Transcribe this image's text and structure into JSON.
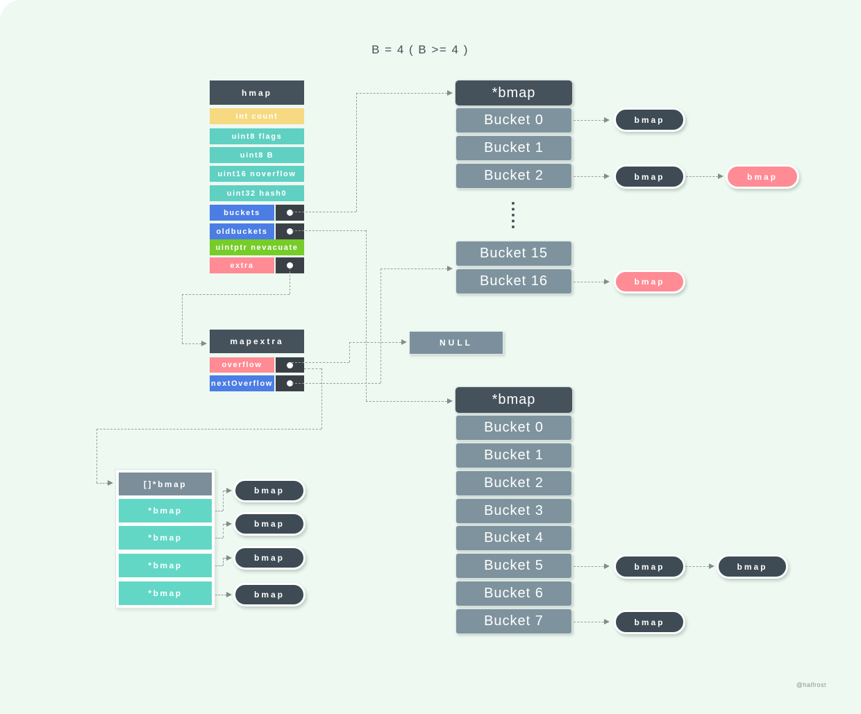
{
  "title": "B = 4 ( B >= 4 )",
  "watermark": "@halfrost",
  "colors": {
    "background": "#edf9f1",
    "struct_header": "#45525c",
    "pointer_cell": "#3a4146",
    "teal": "#5fd0c2",
    "yellow": "#f7d981",
    "blue": "#4b7de4",
    "green": "#76cc29",
    "pink": "#ff8b94",
    "bucket_gray": "#7e939d",
    "null_gray": "#7b909c",
    "dash_line": "#95a09c"
  },
  "hmap_struct": {
    "header": "hmap",
    "fields": [
      {
        "label": "int count"
      },
      {
        "label": "uint8 flags"
      },
      {
        "label": "uint8 B"
      },
      {
        "label": "uint16 noverflow"
      },
      {
        "label": "uint32 hash0"
      },
      {
        "label": "buckets"
      },
      {
        "label": "oldbuckets"
      },
      {
        "label": "uintptr nevacuate"
      },
      {
        "label": "extra"
      }
    ]
  },
  "mapextra_struct": {
    "header": "mapextra",
    "fields": [
      {
        "label": "overflow"
      },
      {
        "label": "nextOverflow"
      }
    ]
  },
  "new_bucket_array": {
    "header": "*bmap",
    "buckets": [
      "Bucket 0",
      "Bucket 1",
      "Bucket 2"
    ],
    "buckets_after_gap": [
      "Bucket 15",
      "Bucket 16"
    ]
  },
  "old_bucket_array": {
    "header": "*bmap",
    "buckets": [
      "Bucket 0",
      "Bucket 1",
      "Bucket 2",
      "Bucket 3",
      "Bucket 4",
      "Bucket 5",
      "Bucket 6",
      "Bucket 7"
    ]
  },
  "overflow_slice": {
    "header": "[]*bmap",
    "items": [
      "*bmap",
      "*bmap",
      "*bmap",
      "*bmap"
    ]
  },
  "null_box": {
    "label": "NULL"
  },
  "bmap_nodes": {
    "bucket0": "bmap",
    "bucket2": "bmap",
    "bucket2_overflow": "bmap",
    "bucket16_overflow": "bmap",
    "bucket5": "bmap",
    "bucket5_overflow": "bmap",
    "bucket7": "bmap",
    "slice0": "bmap",
    "slice1": "bmap",
    "slice2": "bmap",
    "slice3": "bmap"
  }
}
